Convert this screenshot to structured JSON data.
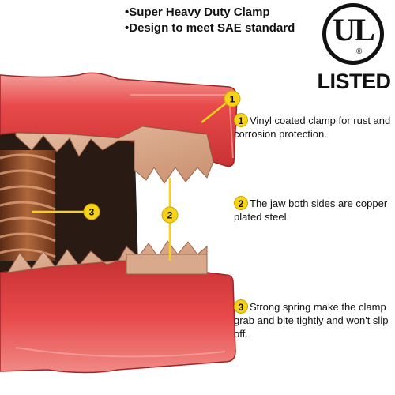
{
  "headline": {
    "line1": "•Super Heavy Duty Clamp",
    "line2": "•Design to meet SAE standard"
  },
  "ul_logo": {
    "letters": "UL",
    "registered": "®",
    "listed": "LISTED"
  },
  "pointers": {
    "p1": "1",
    "p2": "2",
    "p3": "3"
  },
  "callouts": [
    {
      "number": "1",
      "text": "Vinyl coated clamp for rust and corrosion protection."
    },
    {
      "number": "2",
      "text": "The jaw both sides are copper plated steel."
    },
    {
      "number": "3",
      "text": "Strong spring make the clamp grab and bite tightly and won't slip off."
    }
  ],
  "colors": {
    "vinyl_red": "#e8494a",
    "vinyl_shadow": "#b8282b",
    "vinyl_highlight": "#f58a86",
    "copper_jaw": "#d7a78a",
    "copper_dark": "#a9735a",
    "spring": "#8a4a2a",
    "badge_yellow": "#f6d21c"
  }
}
